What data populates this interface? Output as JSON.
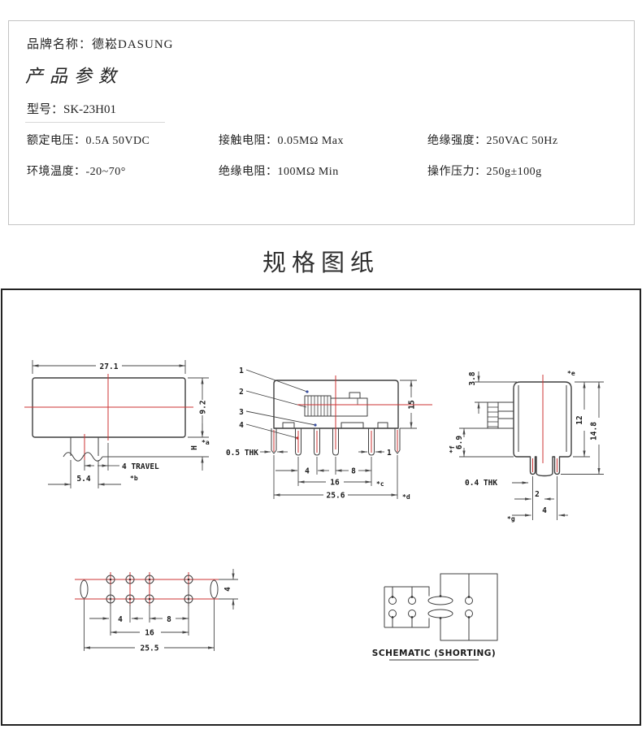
{
  "params": {
    "brand": "品牌名称：德崧DASUNG",
    "section_title": "产品参数",
    "model": "型号：SK-23H01",
    "specs": [
      "额定电压：0.5A 50VDC",
      "接触电阻：0.05MΩ Max",
      "绝缘强度：250VAC 50Hz",
      "环境温度：-20~70°",
      "绝缘电阻：100MΩ Min",
      "操作压力：250g±100g"
    ]
  },
  "drawing_section": {
    "title": "规格图纸"
  },
  "drawings": {
    "front": {
      "w": "27.1",
      "h": "9.2",
      "stem_h": "H",
      "note_a": "*a",
      "travel": "4 TRAVEL",
      "note_b": "*b",
      "knob_w": "5.4"
    },
    "side_pins": {
      "leader_1": "1",
      "leader_2": "2",
      "leader_3": "3",
      "leader_4": "4",
      "thk": "0.5 THK",
      "body_h": "15",
      "pin_w": "1",
      "p1": "4",
      "p2": "8",
      "span": "16",
      "note_c": "*c",
      "total": "25.6",
      "note_d": "*d"
    },
    "profile": {
      "d1": "3.8",
      "note_e": "*e",
      "d2": "6.9",
      "note_f": "*f",
      "h1": "12",
      "h2": "14.8",
      "thk": "0.4 THK",
      "p1": "2",
      "p2": "4",
      "note_g": "*g"
    },
    "footprint": {
      "p1": "4",
      "p2": "8",
      "span": "16",
      "total": "25.5",
      "row_gap": "4"
    },
    "schematic": {
      "caption": "SCHEMATIC (SHORTING)"
    }
  },
  "colors": {
    "centerline": "#cc3333",
    "line": "#3f3f3f"
  }
}
